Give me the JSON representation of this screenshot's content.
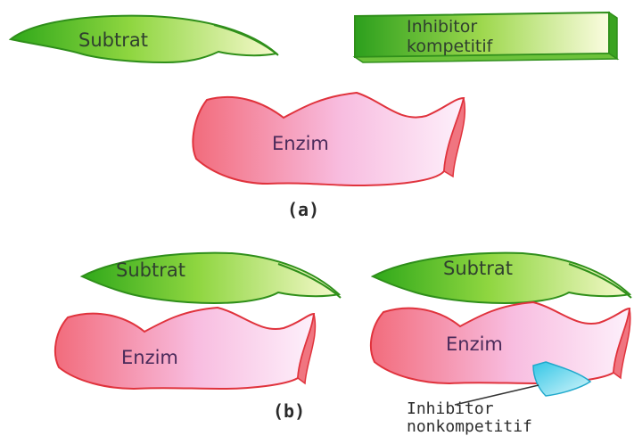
{
  "panel_a": {
    "substrate_label": "Subtrat",
    "inhibitor_label_line1": "Inhibitor",
    "inhibitor_label_line2": "kompetitif",
    "enzyme_label": "Enzim",
    "caption": "(a)"
  },
  "panel_b": {
    "left": {
      "substrate_label": "Subtrat",
      "enzyme_label": "Enzim"
    },
    "right": {
      "substrate_label": "Subtrat",
      "enzyme_label": "Enzim",
      "inhibitor_label_line1": "Inhibitor",
      "inhibitor_label_line2": "nonkompetitif"
    },
    "caption": "(b)"
  },
  "colors": {
    "substrate_green": "#5cc42a",
    "substrate_light": "#f3f7c0",
    "enzyme_pink": "#f47e8c",
    "enzyme_light": "#fbe6fb",
    "enzyme_outline": "#e0333d",
    "inhibitor_blue": "#5fd8ee"
  }
}
